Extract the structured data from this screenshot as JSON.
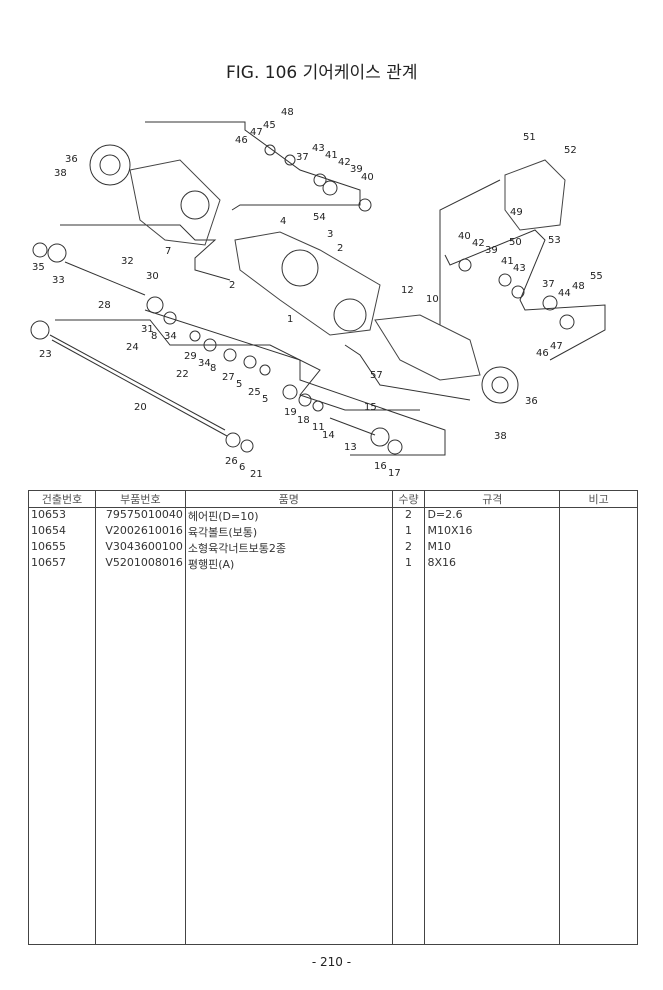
{
  "title": "FIG. 106 기어케이스 관계",
  "diagram": {
    "callouts": [
      "48",
      "47",
      "45",
      "46",
      "37",
      "43",
      "41",
      "42",
      "39",
      "40",
      "36",
      "38",
      "7",
      "4",
      "54",
      "3",
      "2",
      "2",
      "1",
      "35",
      "33",
      "32",
      "30",
      "28",
      "31",
      "8",
      "34",
      "23",
      "24",
      "29",
      "34",
      "8",
      "27",
      "5",
      "25",
      "5",
      "22",
      "20",
      "19",
      "18",
      "11",
      "14",
      "15",
      "13",
      "26",
      "6",
      "21",
      "16",
      "17",
      "57",
      "12",
      "10",
      "51",
      "52",
      "49",
      "50",
      "53",
      "40",
      "42",
      "39",
      "41",
      "43",
      "37",
      "44",
      "48",
      "55",
      "47",
      "46",
      "36",
      "38"
    ]
  },
  "table": {
    "headers": [
      "건출번호",
      "부품번호",
      "품명",
      "수량",
      "규격",
      "비고"
    ],
    "rows": [
      [
        "10653",
        "79575010040",
        "헤어핀(D=10)",
        "2",
        "D=2.6",
        ""
      ],
      [
        "10654",
        "V2002610016",
        "육각볼트(보통)",
        "1",
        "M10X16",
        ""
      ],
      [
        "10655",
        "V3043600100",
        "소형육각너트보통2종",
        "2",
        "M10",
        ""
      ],
      [
        "10657",
        "V5201008016",
        "평행핀(A)",
        "1",
        "8X16",
        ""
      ]
    ]
  },
  "page_number": "- 210 -"
}
